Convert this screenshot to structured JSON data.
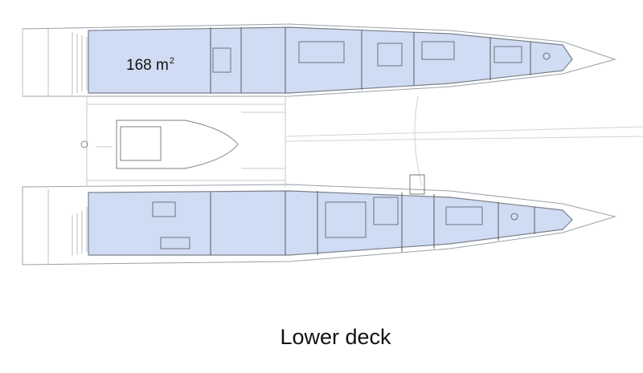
{
  "diagram": {
    "area_value": "168 m",
    "area_superscript": "2",
    "caption": "Lower deck"
  },
  "colors": {
    "interior_fill": "#cfdcf3",
    "line": "#8a8f98",
    "light_line": "#bfc3c9",
    "text": "#111111"
  }
}
